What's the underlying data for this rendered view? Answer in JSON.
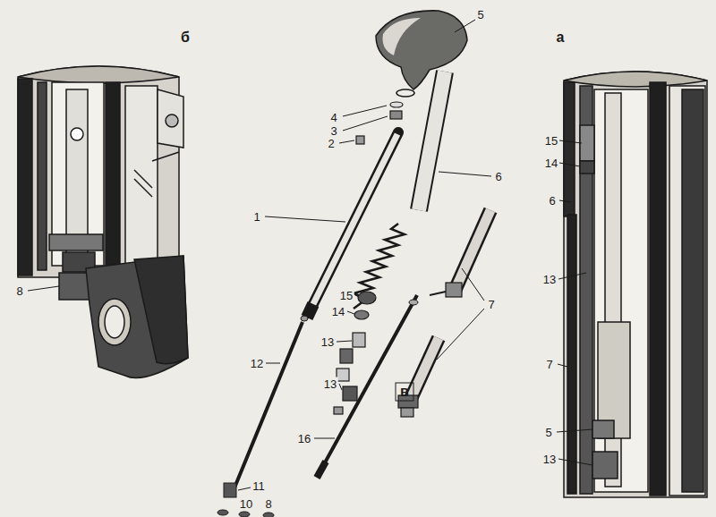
{
  "diagram": {
    "labels": [
      "б",
      "8",
      "5",
      "4",
      "3",
      "2",
      "1",
      "6",
      "7",
      "15",
      "14",
      "13",
      "12",
      "13",
      "в",
      "16",
      "11",
      "10",
      "8",
      "а",
      "15",
      "14",
      "6",
      "13",
      "7",
      "5",
      "13"
    ]
  }
}
